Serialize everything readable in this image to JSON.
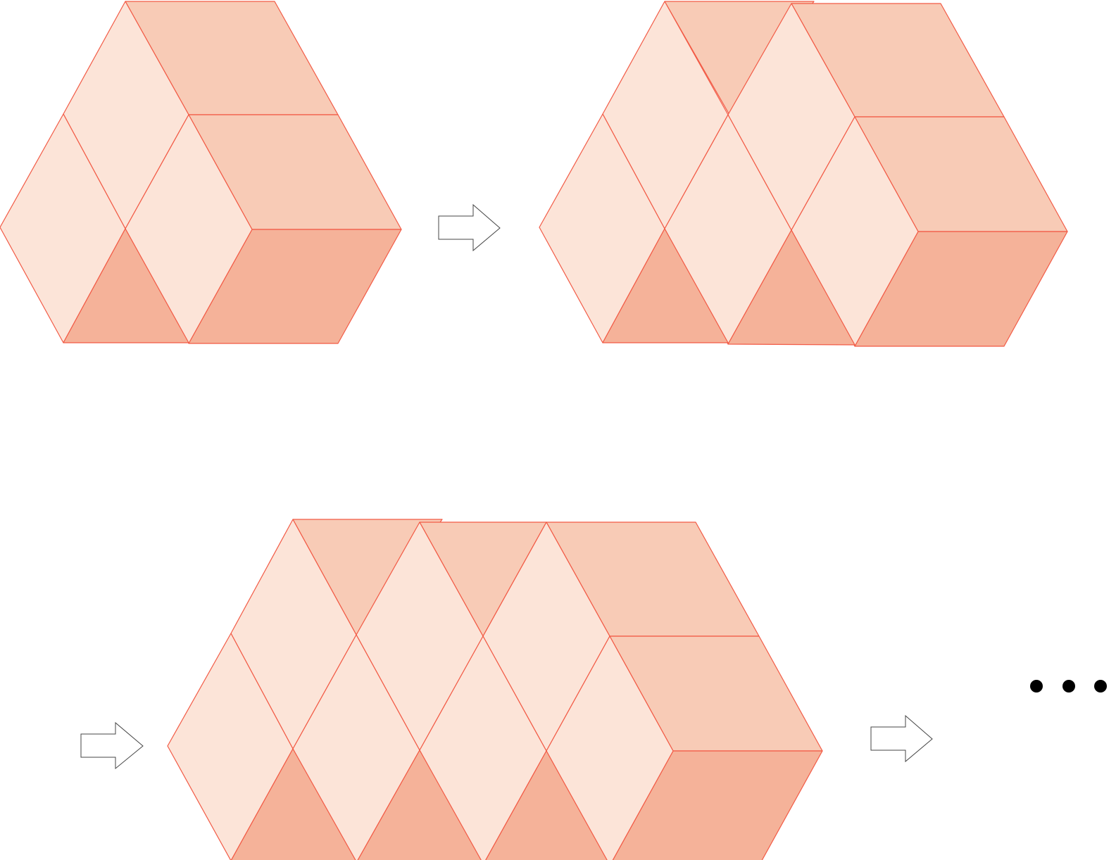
{
  "figure": {
    "description_items": [],
    "stages": [
      {
        "id": "stage-1",
        "columns": 1
      },
      {
        "id": "stage-2",
        "columns": 2
      },
      {
        "id": "stage-3",
        "columns": 3
      }
    ],
    "continuation": "ellipsis-dots",
    "colors": {
      "light_face": "#fce4d8",
      "mid_face": "#f8cbb6",
      "dark_face": "#f5b299",
      "edge": "#f25a45",
      "arrow_outline": "#444444",
      "dots": "#000000"
    },
    "icons": [
      "right-arrow-icon",
      "ellipsis-icon"
    ]
  }
}
